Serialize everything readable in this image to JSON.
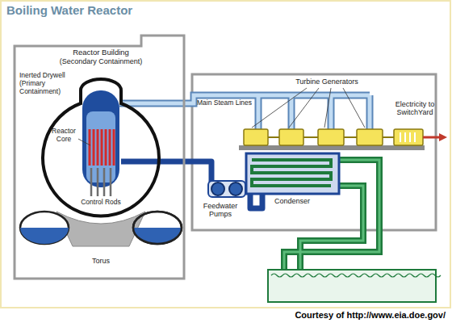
{
  "diagram": {
    "title": "Boiling Water Reactor",
    "caption": "Courtesy of http://www.eia.doe.gov/",
    "nodes": [
      {
        "text": [
          "Reactor Building",
          "(Secondary Containment)"
        ]
      },
      {
        "text": [
          "Inerted Drywell (Primary Containment)"
        ],
        "in": 0
      }
    ],
    "labels": [
      "Reactor Core",
      "Control Rods",
      "Torus",
      "Main Steam Lines",
      "Turbine Generators",
      "Electricity to SwitchYard",
      "Feedwater Pumps",
      "Condenser"
    ]
  }
}
